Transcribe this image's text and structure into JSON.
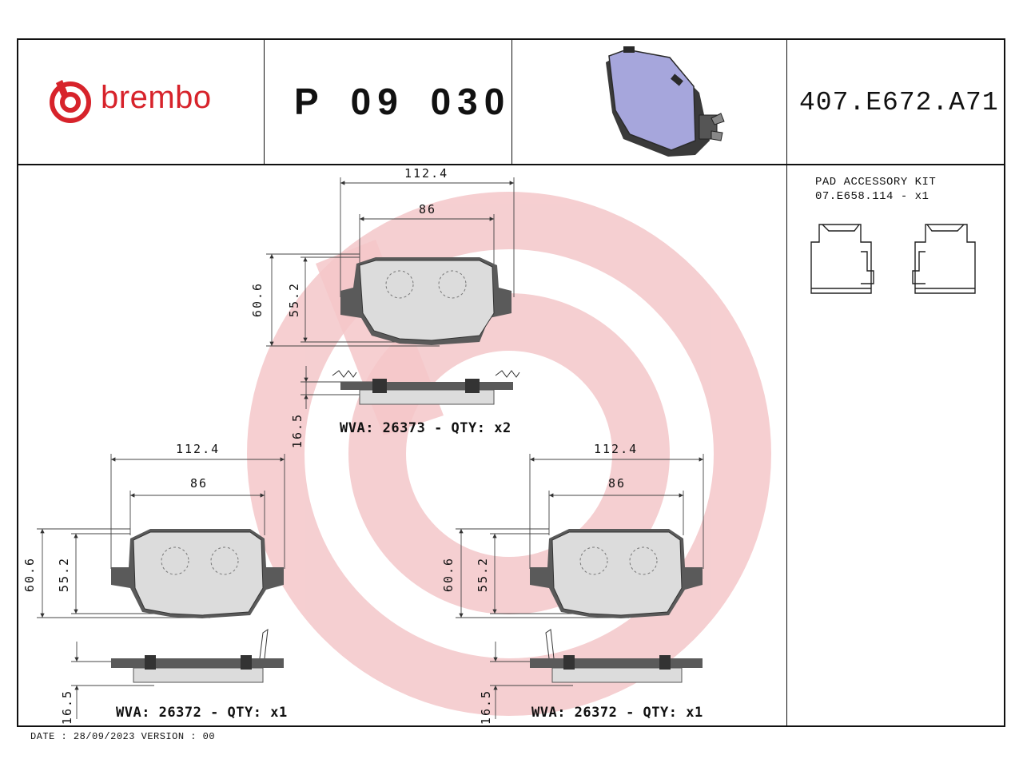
{
  "header": {
    "brand": "brembo",
    "part_number": "P 09 030",
    "reference": "407.E672.A71"
  },
  "accessory_kit": {
    "title": "PAD ACCESSORY KIT",
    "code": "07.E658.114 - x1"
  },
  "pads": [
    {
      "width_total": "112.4",
      "width_inner": "86",
      "height_total": "60.6",
      "height_inner": "55.2",
      "thickness": "16.5",
      "wva_label": "WVA: 26373 - QTY: x2"
    },
    {
      "width_total": "112.4",
      "width_inner": "86",
      "height_total": "60.6",
      "height_inner": "55.2",
      "thickness": "16.5",
      "wva_label": "WVA: 26372 - QTY: x1"
    },
    {
      "width_total": "112.4",
      "width_inner": "86",
      "height_total": "60.6",
      "height_inner": "55.2",
      "thickness": "16.5",
      "wva_label": "WVA: 26372 - QTY: x1"
    }
  ],
  "footer": {
    "text": "DATE : 28/09/2023 VERSION : 00"
  },
  "colors": {
    "brand_red": "#d7232b",
    "watermark": "#f3c6c8",
    "pad_fill": "#d9d9d9",
    "backplate": "#5a5a5a",
    "render_pad": "#a6a6dc"
  }
}
